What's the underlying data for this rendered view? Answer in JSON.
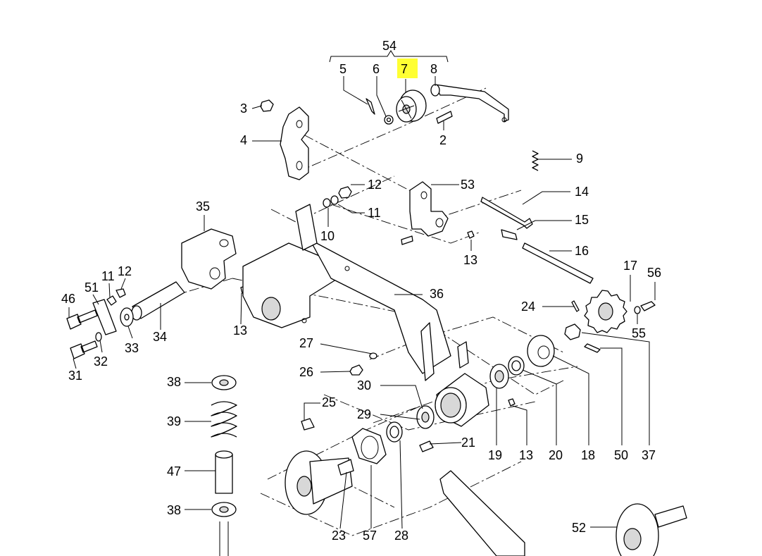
{
  "callouts": {
    "n54": "54",
    "n5": "5",
    "n6": "6",
    "n7": "7",
    "n8": "8",
    "n2": "2",
    "n3": "3",
    "n4": "4",
    "n9": "9",
    "n12a": "12",
    "n53": "53",
    "n14": "14",
    "n11a": "11",
    "n10": "10",
    "n15": "15",
    "n13a": "13",
    "n16": "16",
    "n35": "35",
    "n17": "17",
    "n56": "56",
    "n36": "36",
    "n24": "24",
    "n46": "46",
    "n51": "51",
    "n11b": "11",
    "n12b": "12",
    "n13b": "13",
    "n55": "55",
    "n33": "33",
    "n34": "34",
    "n27": "27",
    "n31": "31",
    "n32": "32",
    "n26": "26",
    "n38a": "38",
    "n30": "30",
    "n25": "25",
    "n39": "39",
    "n29": "29",
    "n21": "21",
    "n19": "19",
    "n13c": "13",
    "n20": "20",
    "n18": "18",
    "n50": "50",
    "n37": "37",
    "n47": "47",
    "n38b": "38",
    "n23": "23",
    "n57": "57",
    "n28": "28",
    "n52": "52"
  },
  "highlight": {
    "label": "7",
    "color": "#ffff33"
  }
}
